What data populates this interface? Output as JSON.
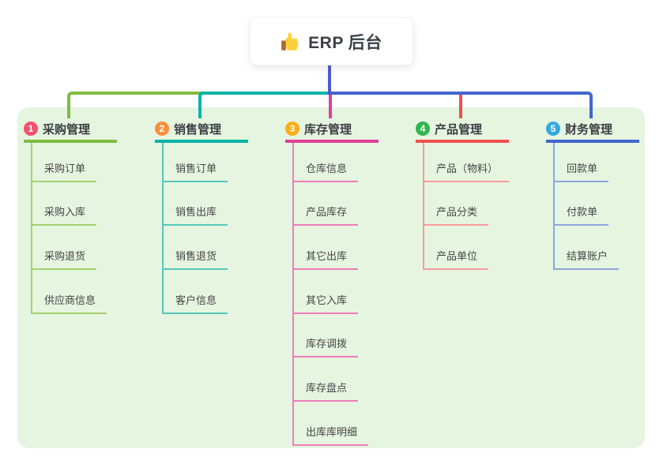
{
  "root": {
    "label": "ERP 后台",
    "icon": "thumbs-up-icon"
  },
  "colors": {
    "page_bg": "#ffffff",
    "panel_bg": "#e6f5e0",
    "stem": "#4f5ad2",
    "root_text": "#3a4046",
    "child_text": "#454545"
  },
  "branches": [
    {
      "num": "1",
      "title": "采购管理",
      "badge_color": "#f4516c",
      "line_color": "#7fbc40",
      "child_line_color": "#a6d06f",
      "children": [
        "采购订单",
        "采购入库",
        "采购退货",
        "供应商信息"
      ]
    },
    {
      "num": "2",
      "title": "销售管理",
      "badge_color": "#fb8e3c",
      "line_color": "#00b3a6",
      "child_line_color": "#54c8bb",
      "children": [
        "销售订单",
        "销售出库",
        "销售退货",
        "客户信息"
      ]
    },
    {
      "num": "3",
      "title": "库存管理",
      "badge_color": "#fbae17",
      "line_color": "#e03f9a",
      "child_line_color": "#ec7ebd",
      "children": [
        "仓库信息",
        "产品库存",
        "其它出库",
        "其它入库",
        "库存调拨",
        "库存盘点",
        "出库库明细"
      ]
    },
    {
      "num": "4",
      "title": "产品管理",
      "badge_color": "#2db84e",
      "line_color": "#f2504d",
      "child_line_color": "#f79b98",
      "children": [
        "产品（物料）",
        "产品分类",
        "产品单位"
      ]
    },
    {
      "num": "5",
      "title": "财务管理",
      "badge_color": "#34a9e0",
      "line_color": "#4266cc",
      "child_line_color": "#8ba5df",
      "children": [
        "回款单",
        "付款单",
        "结算账户"
      ]
    }
  ]
}
